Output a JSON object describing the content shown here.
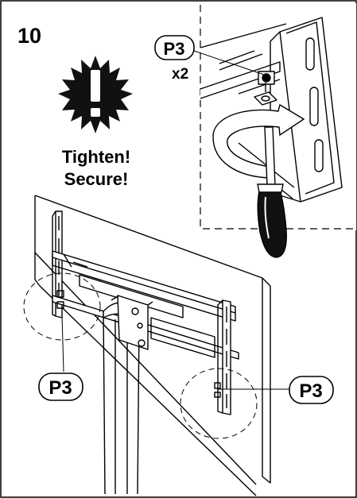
{
  "step": {
    "number": "10"
  },
  "warning": {
    "line1": "Tighten!",
    "line2": "Secure!"
  },
  "detail": {
    "part_label": "P3",
    "quantity": "x2"
  },
  "callouts": [
    {
      "label": "P3"
    },
    {
      "label": "P3"
    }
  ],
  "icons": [
    "exclamation-burst-icon",
    "screwdriver-icon",
    "rotate-arrow-icon"
  ],
  "colors": {
    "ink": "#000000",
    "paper": "#ffffff",
    "burst": "#111111"
  }
}
